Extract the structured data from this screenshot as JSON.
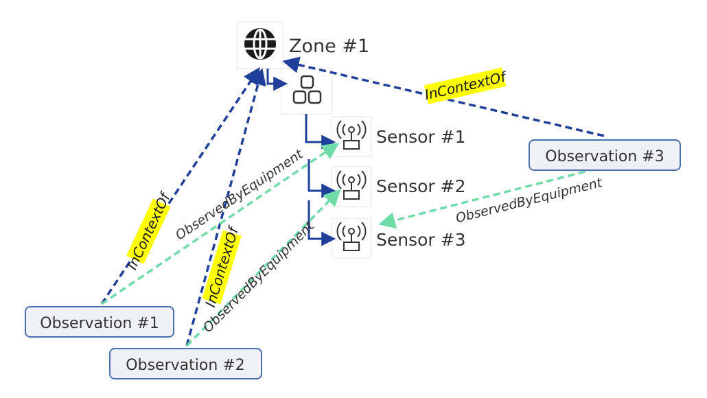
{
  "colors": {
    "incontext": "#1f3f9a",
    "observed": "#6fdca8",
    "hierarchy": "#1f3f9a",
    "highlight": "#ffff00",
    "node_border": "#4a6fae",
    "node_fill": "#eef1f6",
    "text": "#333333",
    "icon": "#333333"
  },
  "nodes": {
    "zone": {
      "label": "Zone #1",
      "icon": "globe-icon"
    },
    "group": {
      "icon": "grouped-boxes-icon"
    },
    "sensor1": {
      "label": "Sensor #1",
      "icon": "antenna-icon"
    },
    "sensor2": {
      "label": "Sensor #2",
      "icon": "antenna-icon"
    },
    "sensor3": {
      "label": "Sensor #3",
      "icon": "antenna-icon"
    },
    "obs1": {
      "label": "Observation #1"
    },
    "obs2": {
      "label": "Observation #2"
    },
    "obs3": {
      "label": "Observation #3"
    }
  },
  "edges": {
    "obs1_zone": {
      "label": "InContextOf",
      "type": "incontext"
    },
    "obs2_zone": {
      "label": "InContextOf",
      "type": "incontext"
    },
    "obs3_zone": {
      "label": "InContextOf",
      "type": "incontext"
    },
    "obs1_sensor1": {
      "label": "ObservedByEquipment",
      "type": "observed"
    },
    "obs2_sensor2": {
      "label": "ObservedByEquipment",
      "type": "observed"
    },
    "obs3_sensor3": {
      "label": "ObservedByEquipment",
      "type": "observed"
    }
  }
}
